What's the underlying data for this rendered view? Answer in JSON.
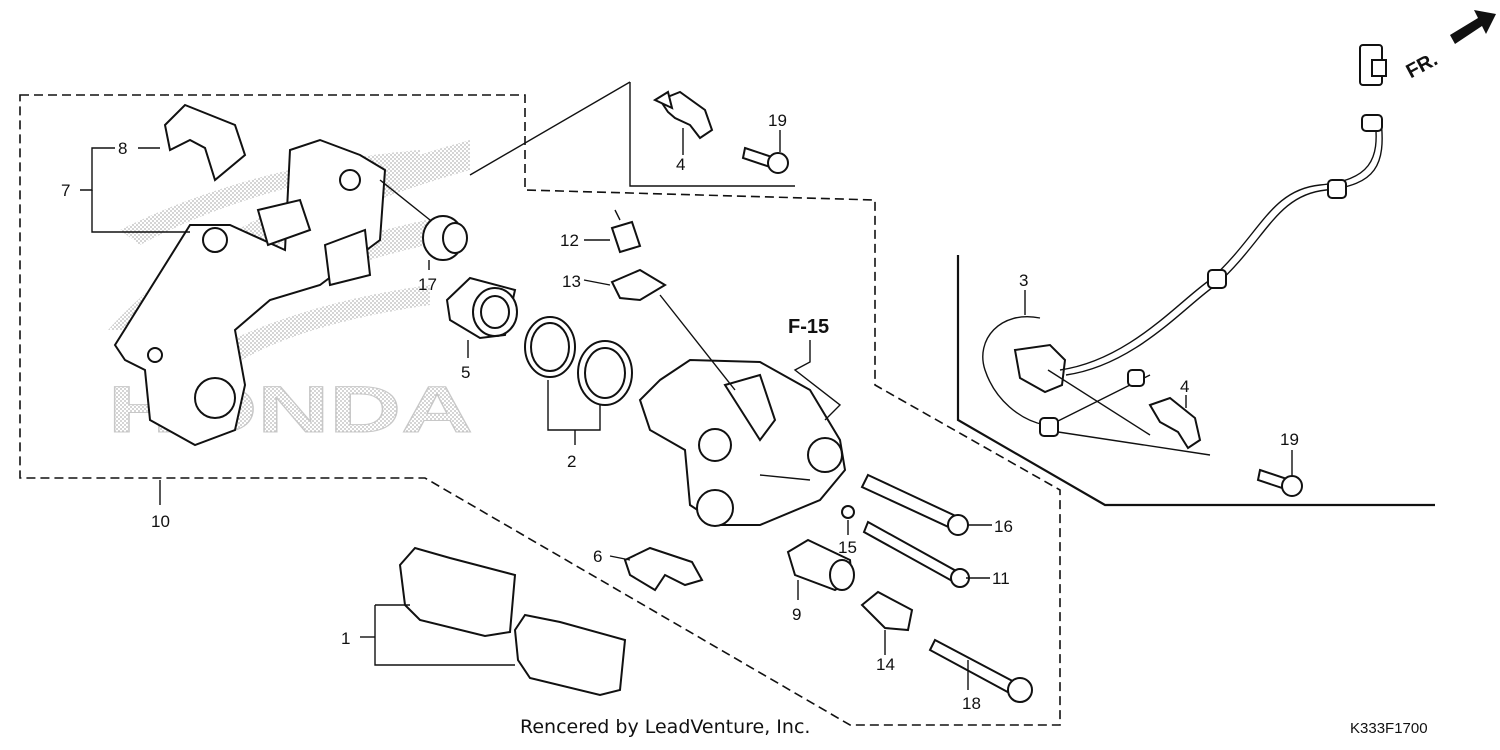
{
  "watermark": {
    "brand": "HONDA"
  },
  "direction": {
    "label": "FR."
  },
  "reference": {
    "label": "F-15"
  },
  "callouts": {
    "c1": "1",
    "c2": "2",
    "c3": "3",
    "c4a": "4",
    "c4b": "4",
    "c5": "5",
    "c6": "6",
    "c7": "7",
    "c8": "8",
    "c9": "9",
    "c10": "10",
    "c11": "11",
    "c12": "12",
    "c13": "13",
    "c14": "14",
    "c15": "15",
    "c16": "16",
    "c17": "17",
    "c18": "18",
    "c19a": "19",
    "c19b": "19"
  },
  "footer": {
    "credit": "Rencered by LeadVenture, Inc.",
    "diagram_code": "K333F1700"
  }
}
